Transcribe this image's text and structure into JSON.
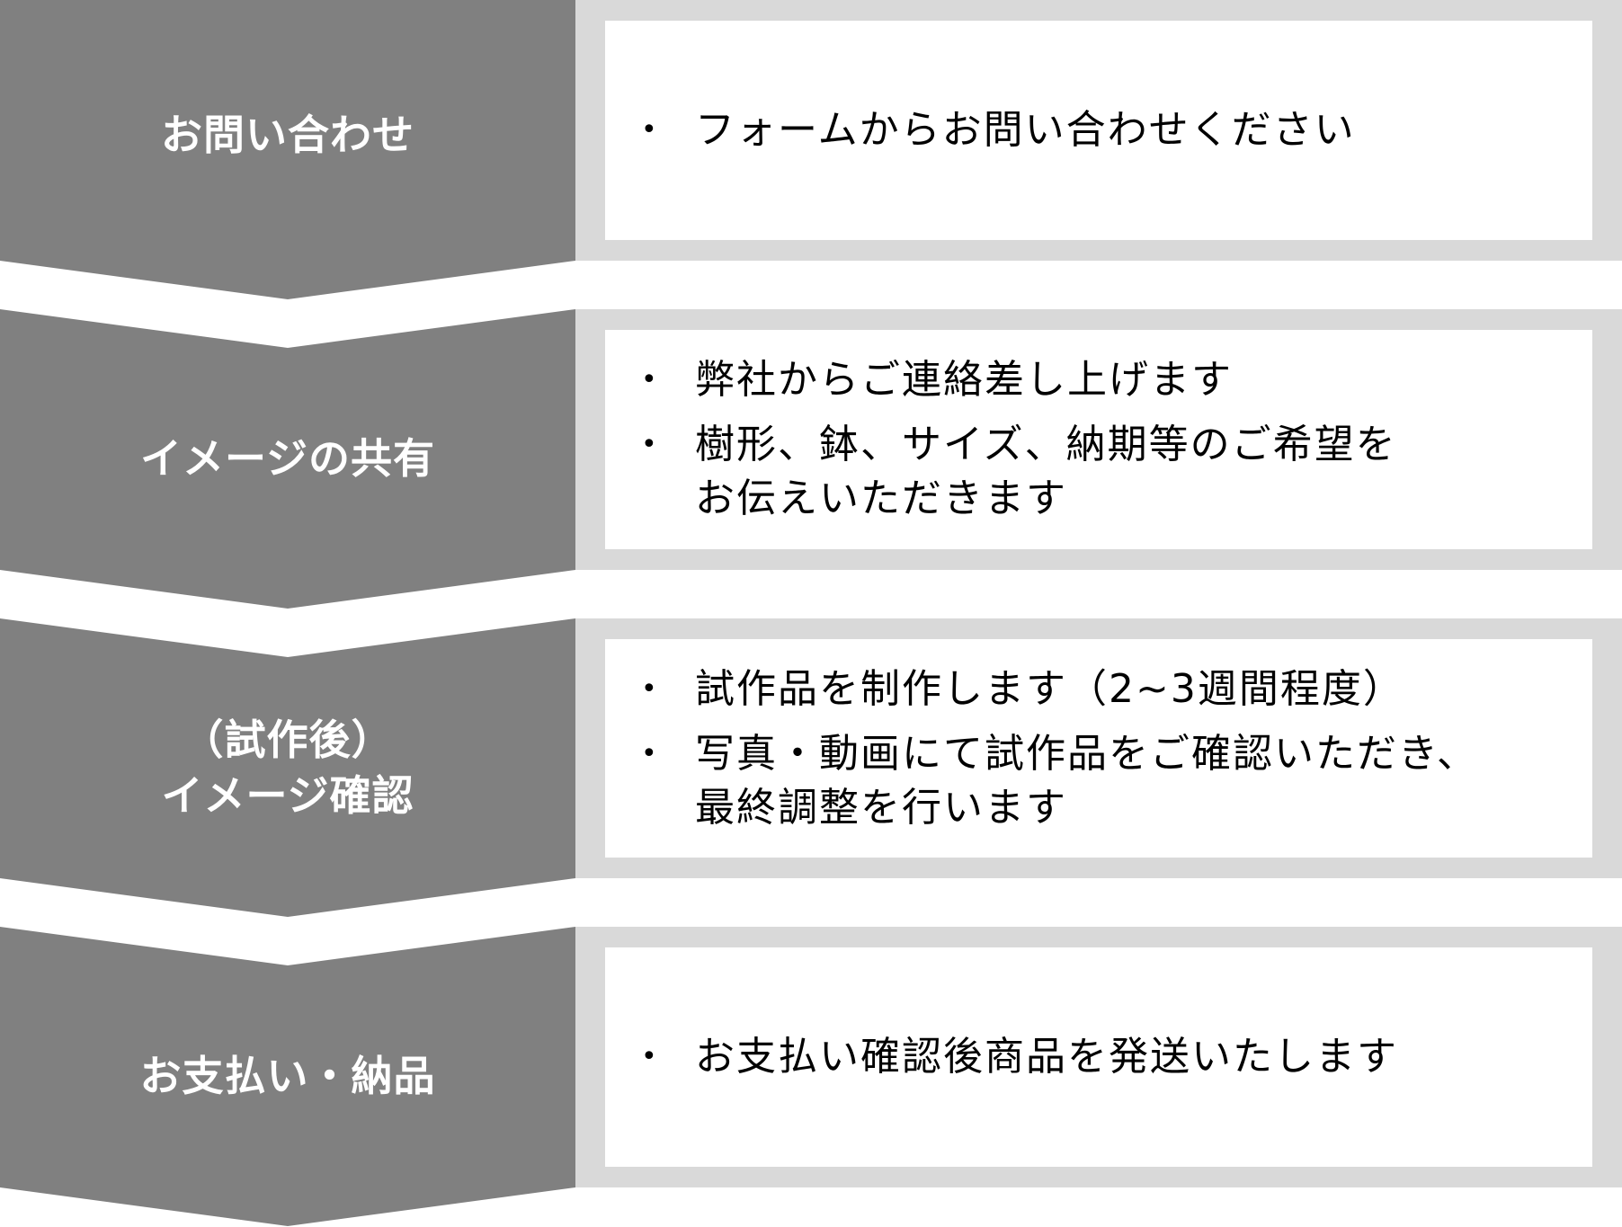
{
  "colors": {
    "step_fill": "#808080",
    "frame": "#d9d9d9",
    "panel": "#ffffff",
    "label_text": "#ffffff",
    "body_text": "#000000"
  },
  "steps": [
    {
      "label": "お問い合わせ",
      "bullets": [
        "フォームからお問い合わせください"
      ]
    },
    {
      "label": "イメージの共有",
      "bullets": [
        "弊社からご連絡差し上げます",
        "樹形、鉢、サイズ、納期等のご希望を\nお伝えいただきます"
      ]
    },
    {
      "label": "（試作後）\nイメージ確認",
      "bullets": [
        "試作品を制作します（2~3週間程度）",
        "写真・動画にて試作品をご確認いただき、\n最終調整を行います"
      ]
    },
    {
      "label": "お支払い・納品",
      "bullets": [
        "お支払い確認後商品を発送いたします"
      ]
    }
  ],
  "bullet_glyph": "•"
}
